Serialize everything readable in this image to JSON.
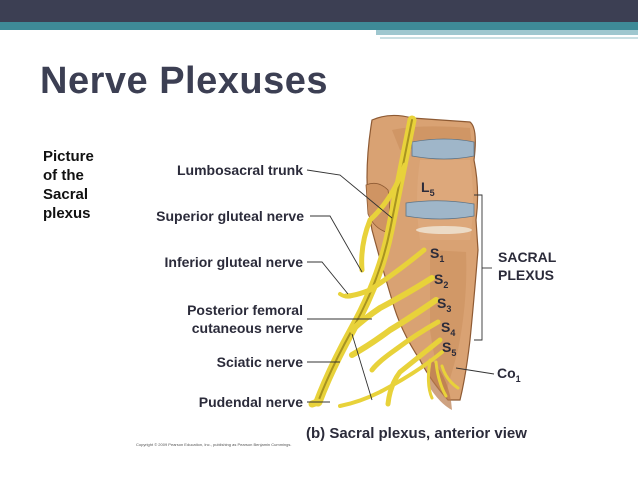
{
  "slide": {
    "title": "Nerve Plexuses",
    "caption_lines": [
      "Picture",
      "of the",
      "Sacral",
      "plexus"
    ]
  },
  "diagram": {
    "labels": {
      "lumbosacral_trunk": "Lumbosacral trunk",
      "superior_gluteal": "Superior gluteal nerve",
      "inferior_gluteal": "Inferior gluteal nerve",
      "posterior_femoral_1": "Posterior femoral",
      "posterior_femoral_2": "cutaneous nerve",
      "sciatic": "Sciatic nerve",
      "pudendal": "Pudendal nerve",
      "sacral_plexus_1": "SACRAL",
      "sacral_plexus_2": "PLEXUS",
      "figure_caption": "(b) Sacral plexus, anterior view"
    },
    "vertebra_labels": [
      {
        "base": "L",
        "sub": "5"
      },
      {
        "base": "S",
        "sub": "1"
      },
      {
        "base": "S",
        "sub": "2"
      },
      {
        "base": "S",
        "sub": "3"
      },
      {
        "base": "S",
        "sub": "4"
      },
      {
        "base": "S",
        "sub": "5"
      },
      {
        "base": "Co",
        "sub": "1"
      }
    ],
    "copyright": "Copyright © 2009 Pearson Education, Inc., publishing as Pearson Benjamin Cummings.",
    "colors": {
      "nerve": "#e8d23a",
      "bone": "#d9a273",
      "disc": "#9fb6c9"
    }
  }
}
